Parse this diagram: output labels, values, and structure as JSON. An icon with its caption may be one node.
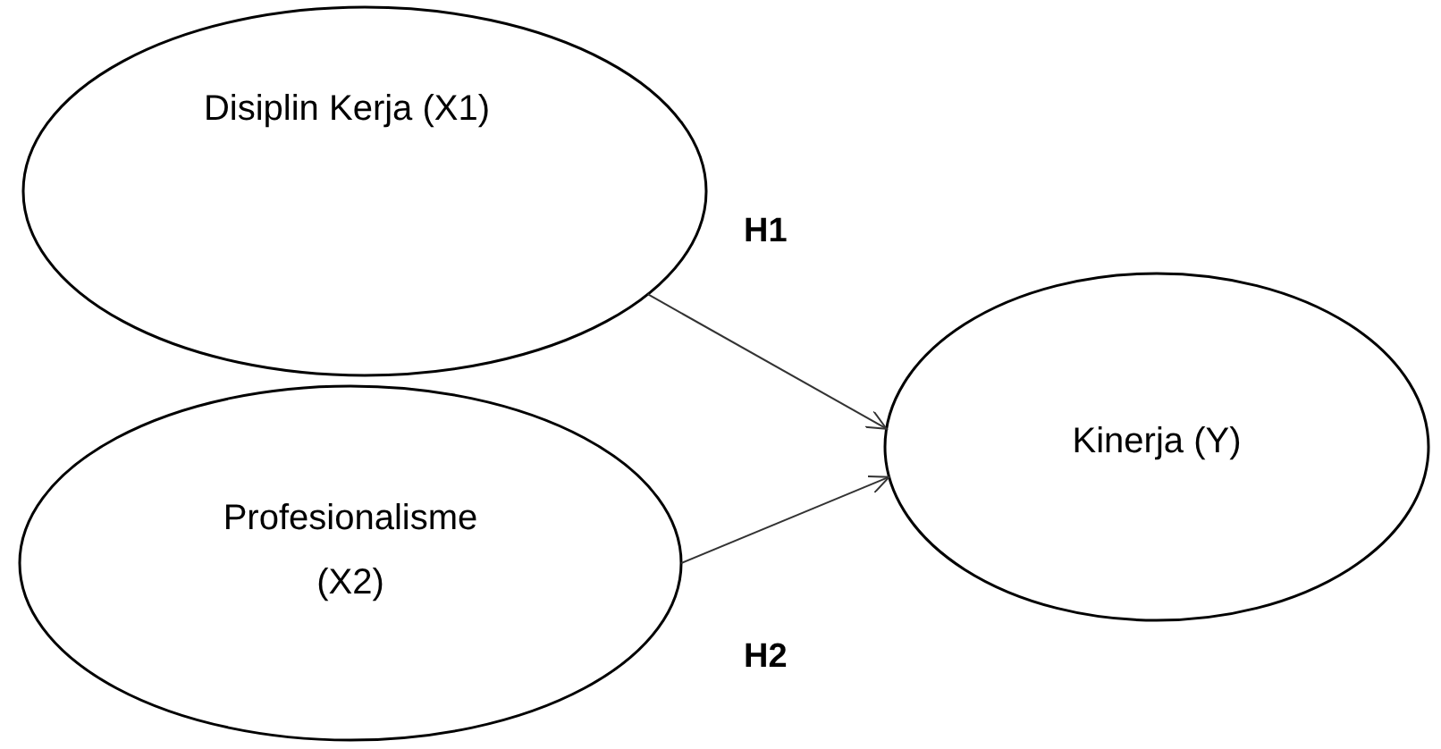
{
  "diagram": {
    "nodes": [
      {
        "text": [
          "Disiplin Kerja (X1)"
        ]
      },
      {
        "text": [
          "Profesionalisme (X2)"
        ]
      },
      {
        "text": [
          "Kinerja (Y)"
        ]
      }
    ],
    "edges": [
      {
        "from": 0,
        "to": 2,
        "arrow": "to",
        "label": "H1"
      },
      {
        "from": 1,
        "to": 2,
        "arrow": "to",
        "label": "H2"
      }
    ]
  }
}
